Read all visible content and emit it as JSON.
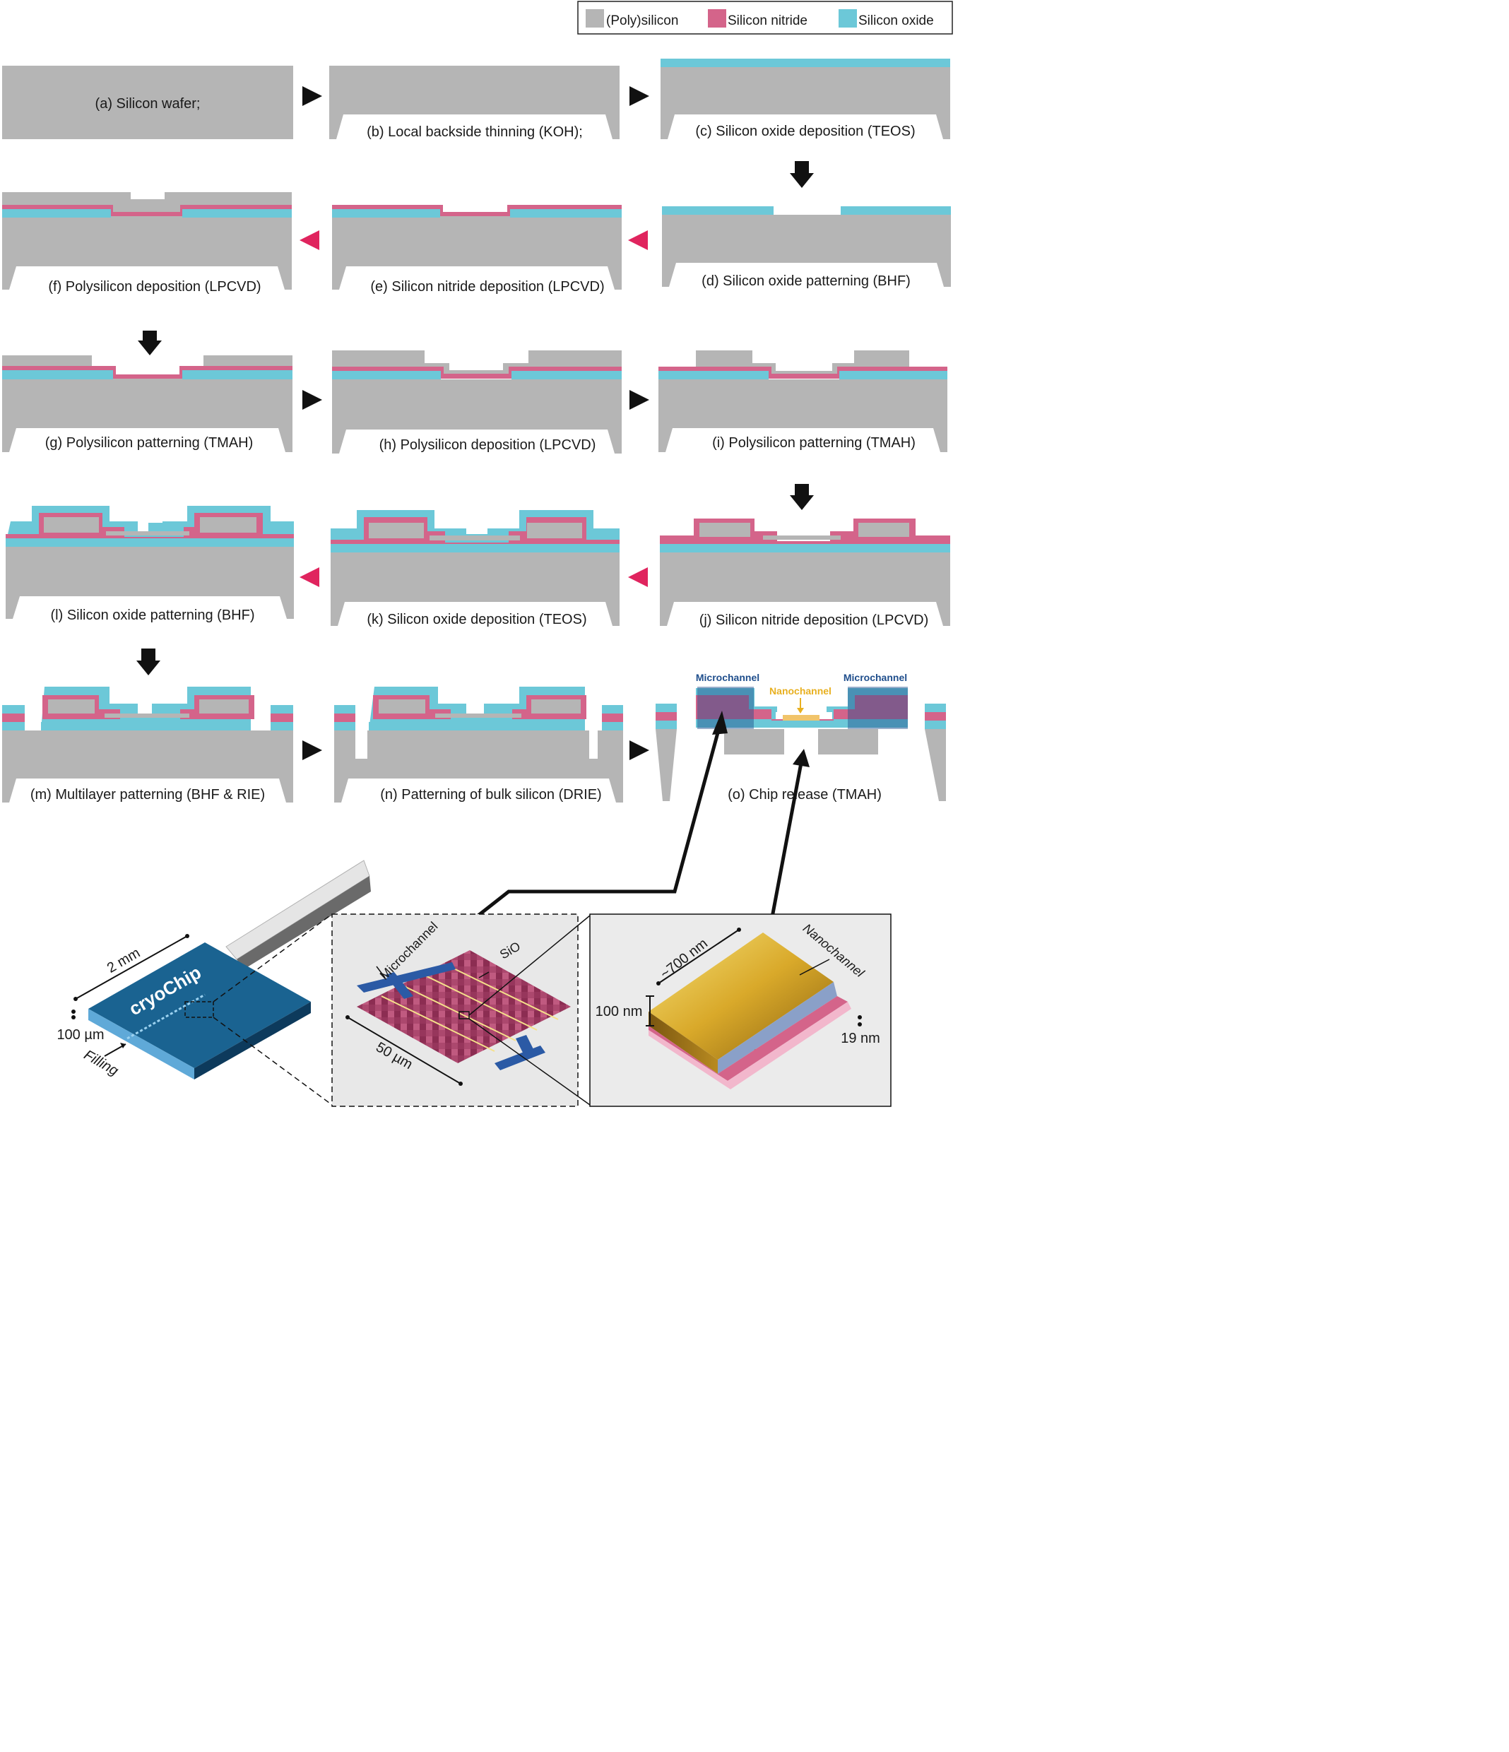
{
  "legend": {
    "items": [
      {
        "label": "(Poly)silicon",
        "color": "#b5b5b5"
      },
      {
        "label": "Silicon nitride",
        "color": "#d4648a"
      },
      {
        "label": "Silicon oxide",
        "color": "#6cc8d8"
      }
    ]
  },
  "steps": {
    "a": "(a) Silicon wafer;",
    "b": "(b) Local backside thinning (KOH);",
    "c": "(c) Silicon oxide deposition (TEOS)",
    "d": "(d) Silicon oxide patterning (BHF)",
    "e": "(e) Silicon nitride deposition (LPCVD)",
    "f": "(f) Polysilicon deposition (LPCVD)",
    "g": "(g) Polysilicon patterning (TMAH)",
    "h": "(h) Polysilicon deposition (LPCVD)",
    "i": "(i) Polysilicon patterning (TMAH)",
    "j": "(j) Silicon nitride deposition (LPCVD)",
    "k": "(k) Silicon oxide deposition (TEOS)",
    "l": "(l) Silicon oxide patterning (BHF)",
    "m": "(m) Multilayer patterning (BHF & RIE)",
    "n": "(n) Patterning of bulk silicon (DRIE)",
    "o": "(o) Chip release (TMAH)"
  },
  "step_o_labels": {
    "microchannel_left": "Microchannel",
    "microchannel_right": "Microchannel",
    "nanochannel": "Nanochannel"
  },
  "chip": {
    "brand": "cryoChip",
    "width_label": "2 mm",
    "thickness_label": "100 µm",
    "filling_label": "Filling"
  },
  "zoom": {
    "microchannel_label": "Microchannel",
    "sio_label": "SiO",
    "size_label": "50 µm"
  },
  "nano": {
    "nanochannel_label": "Nanochannel",
    "width_label": "~700 nm",
    "height_label": "100 nm",
    "thickness_label": "19 nm"
  },
  "colors": {
    "silicon": "#b5b5b5",
    "nitride": "#d4648a",
    "oxide": "#6cc8d8",
    "arrow_black": "#111111",
    "arrow_pink": "#e0245e",
    "microchannel": "#1f4e8c",
    "nanochannel": "#e8b020"
  }
}
